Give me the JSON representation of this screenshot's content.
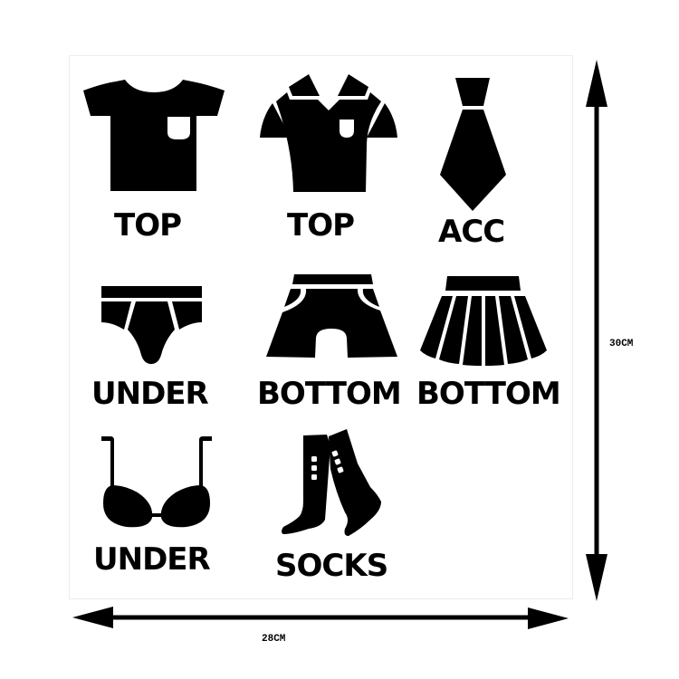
{
  "items": [
    {
      "icon": "tshirt-icon",
      "label": "TOP"
    },
    {
      "icon": "polo-shirt-icon",
      "label": "TOP"
    },
    {
      "icon": "necktie-icon",
      "label": "ACC"
    },
    {
      "icon": "briefs-icon",
      "label": "UNDER"
    },
    {
      "icon": "shorts-icon",
      "label": "BOTTOM"
    },
    {
      "icon": "pleated-skirt-icon",
      "label": "BOTTOM"
    },
    {
      "icon": "bra-icon",
      "label": "UNDER"
    },
    {
      "icon": "socks-icon",
      "label": "SOCKS"
    }
  ],
  "dimensions": {
    "height_label": "30CM",
    "width_label": "28CM"
  },
  "colors": {
    "ink": "#000000",
    "background": "#ffffff",
    "frame_border": "#ececec"
  }
}
